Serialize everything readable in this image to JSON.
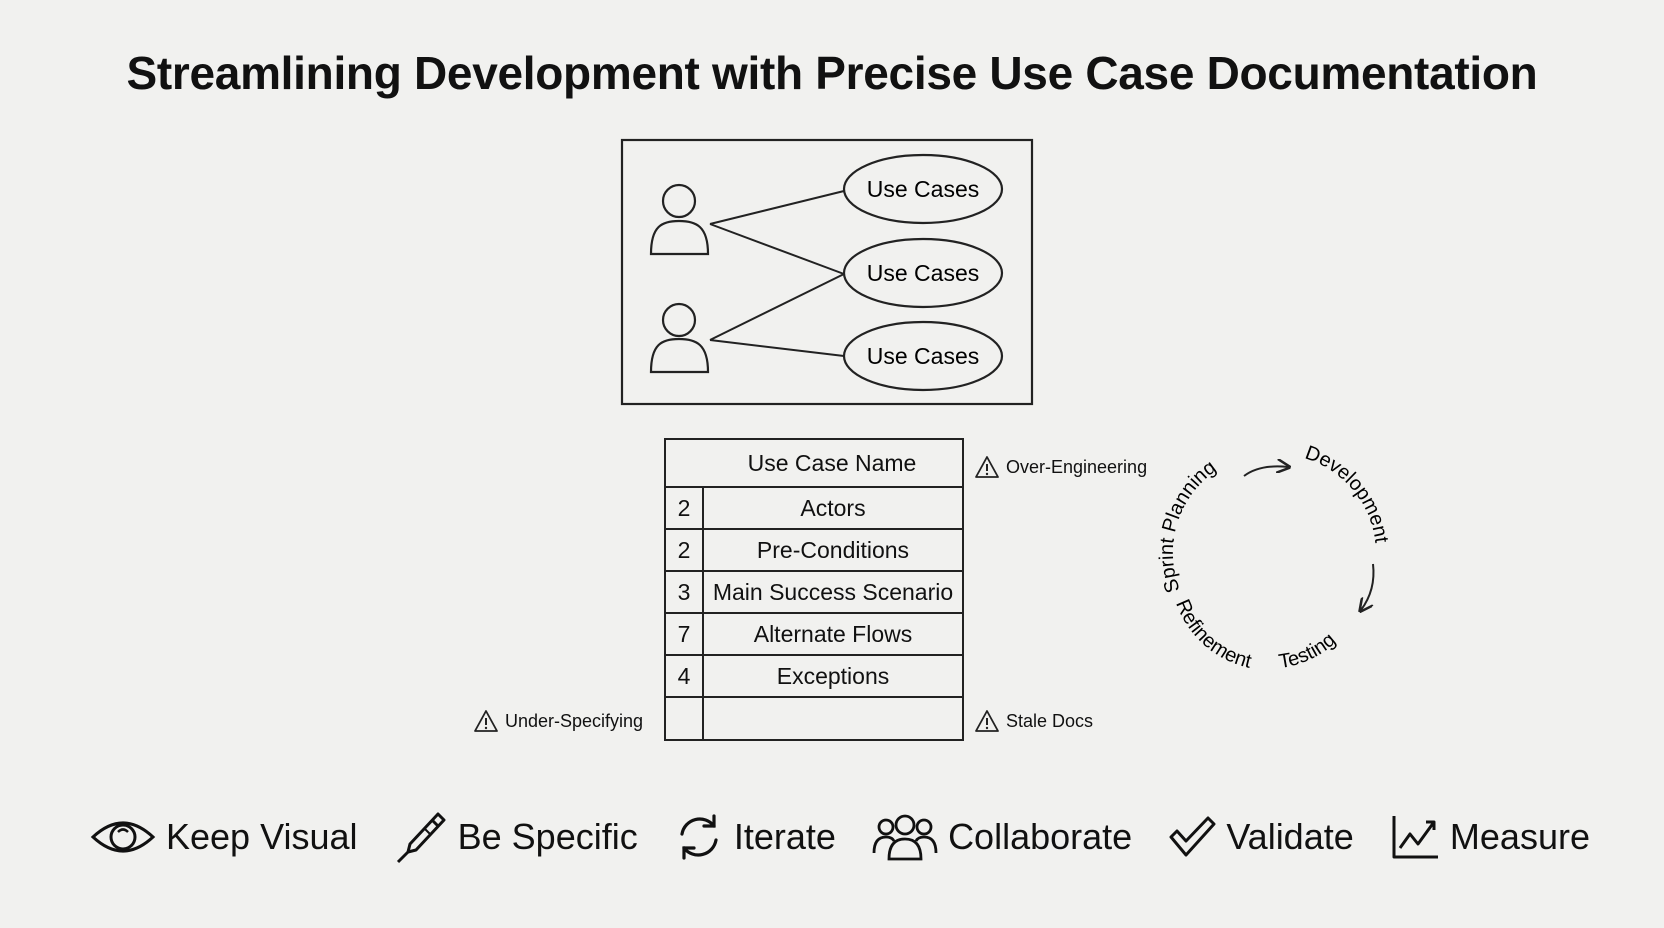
{
  "title": "Streamlining Development with Precise Use Case Documentation",
  "use_case_diagram": {
    "use_cases": [
      "Use Cases",
      "Use Cases",
      "Use Cases"
    ]
  },
  "template": {
    "header": "Use Case Name",
    "rows": [
      {
        "num": "2",
        "label": "Actors"
      },
      {
        "num": "2",
        "label": "Pre-Conditions"
      },
      {
        "num": "3",
        "label": "Main Success Scenario"
      },
      {
        "num": "7",
        "label": "Alternate Flows"
      },
      {
        "num": "4",
        "label": "Exceptions"
      },
      {
        "num": "",
        "label": ""
      }
    ]
  },
  "warnings": {
    "over_engineering": "Over-Engineering",
    "under_specifying": "Under-Specifying",
    "stale_docs": "Stale Docs"
  },
  "cycle": {
    "stages": [
      "Sprint Planning",
      "Development",
      "Testing",
      "Refinement"
    ]
  },
  "tips": [
    {
      "icon": "eye-icon",
      "label": "Keep Visual"
    },
    {
      "icon": "pen-icon",
      "label": "Be Specific"
    },
    {
      "icon": "refresh-icon",
      "label": "Iterate"
    },
    {
      "icon": "people-icon",
      "label": "Collaborate"
    },
    {
      "icon": "checkmark-icon",
      "label": "Validate"
    },
    {
      "icon": "chart-icon",
      "label": "Measure"
    }
  ]
}
